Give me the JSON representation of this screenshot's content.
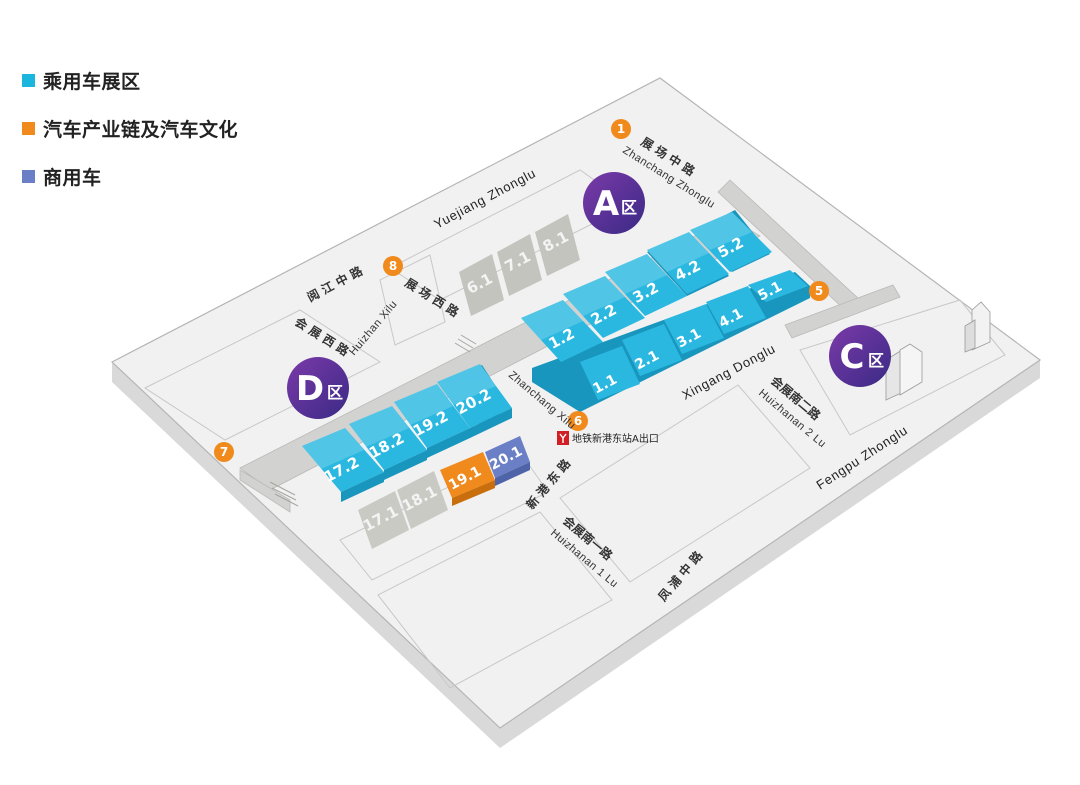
{
  "legend": [
    {
      "label": "乘用车展区",
      "color": "#1ab6de"
    },
    {
      "label": "汽车产业链及汽车文化",
      "color": "#f08a1c"
    },
    {
      "label": "商用车",
      "color": "#6a7fc5"
    }
  ],
  "colors": {
    "passenger": "#2ab8e1",
    "passenger_dark": "#1896bd",
    "industry": "#f08a1c",
    "industry_dark": "#c86e0c",
    "commercial": "#6a7fc5",
    "commercial_dark": "#4f64a8",
    "empty_hall": "#c4c4be",
    "empty_hall_dark": "#a9a9a3",
    "zone_circle": "#5b2c8a",
    "gate": "#f08a1c",
    "metro": "#d11f26"
  },
  "zones": {
    "A": {
      "letter": "A",
      "suffix": "区"
    },
    "C": {
      "letter": "C",
      "suffix": "区"
    },
    "D": {
      "letter": "D",
      "suffix": "区"
    }
  },
  "halls": {
    "h8_1": "8.1",
    "h7_1": "7.1",
    "h6_1": "6.1",
    "h5_2": "5.2",
    "h4_2": "4.2",
    "h3_2": "3.2",
    "h2_2": "2.2",
    "h1_2": "1.2",
    "h5_1": "5.1",
    "h4_1": "4.1",
    "h3_1": "3.1",
    "h2_1": "2.1",
    "h1_1": "1.1",
    "h20_2": "20.2",
    "h19_2": "19.2",
    "h18_2": "18.2",
    "h17_2": "17.2",
    "h20_1": "20.1",
    "h19_1": "19.1",
    "h18_1": "18.1",
    "h17_1": "17.1"
  },
  "gates": {
    "g1": "1",
    "g5": "5",
    "g6": "6",
    "g7": "7",
    "g8": "8"
  },
  "roads": {
    "yuejiang_en": "Yuejiang Zhonglu",
    "yuejiang_cn": "阅 江 中 路",
    "zhanchang_zhonglu_cn": "展 场 中 路",
    "zhanchang_zhonglu_en": "Zhanchang Zhonglu",
    "zhanchang_xilu_cn": "展 场 西 路",
    "huizhan_xilu_cn": "会 展 西 路",
    "huizhan_xilu_en": "Huizhan Xilu",
    "zhanchang_xilu_en": "Zhanchang Xilu",
    "xingang_donglu_en": "Xingang Donglu",
    "xingang_donglu_cn": "新 港 东 路",
    "huizhan_nan2_cn": "会展南二路",
    "huizhan_nan2_en": "Huizhanan 2 Lu",
    "huizhan_nan1_cn": "会展南一路",
    "huizhan_nan1_en": "Huizhanan 1 Lu",
    "fengpu_en": "Fengpu Zhonglu",
    "fengpu_cn": "凤 浦 中 路"
  },
  "metro": {
    "label": "地铁新港东站A出口",
    "icon": "metro-logo-icon"
  }
}
